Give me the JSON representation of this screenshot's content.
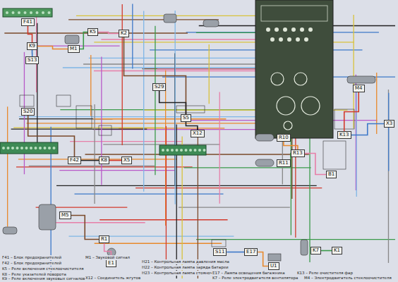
{
  "diagram": {
    "nodes": [
      {
        "text": [
          "F41"
        ]
      },
      {
        "text": [
          "K9"
        ]
      },
      {
        "text": [
          "S13"
        ]
      },
      {
        "text": [
          "M1"
        ]
      },
      {
        "text": [
          "K5"
        ]
      },
      {
        "text": [
          "K2"
        ]
      },
      {
        "text": [
          "S5"
        ]
      },
      {
        "text": [
          "X12"
        ]
      },
      {
        "text": [
          "M4"
        ]
      },
      {
        "text": [
          "K13"
        ]
      },
      {
        "text": [
          "R10"
        ]
      },
      {
        "text": [
          "R11"
        ]
      },
      {
        "text": [
          "R13"
        ]
      },
      {
        "text": [
          "B1"
        ]
      },
      {
        "text": [
          "S20"
        ]
      },
      {
        "text": [
          "F42"
        ]
      },
      {
        "text": [
          "K8"
        ]
      },
      {
        "text": [
          "X5"
        ]
      },
      {
        "text": [
          "S11"
        ]
      },
      {
        "text": [
          "E17"
        ]
      },
      {
        "text": [
          "U1"
        ]
      },
      {
        "text": [
          "K7"
        ]
      },
      {
        "text": [
          "K1"
        ]
      },
      {
        "text": [
          "R1"
        ]
      },
      {
        "text": [
          "E1"
        ]
      },
      {
        "text": [
          "M5"
        ]
      },
      {
        "text": [
          "X3"
        ]
      },
      {
        "text": [
          "S29"
        ]
      }
    ],
    "edges": [
      {
        "from": 0,
        "to": 1,
        "arrow": "none"
      },
      {
        "from": 1,
        "to": 2,
        "arrow": "none"
      },
      {
        "from": 1,
        "to": 3,
        "arrow": "none"
      },
      {
        "from": 3,
        "to": 4,
        "arrow": "none"
      },
      {
        "from": 4,
        "to": 5,
        "arrow": "none"
      },
      {
        "from": 5,
        "to": 6,
        "arrow": "none"
      },
      {
        "from": 6,
        "to": 7,
        "arrow": "none"
      },
      {
        "from": 8,
        "to": 9,
        "arrow": "none"
      },
      {
        "from": 9,
        "to": 26,
        "arrow": "none"
      },
      {
        "from": 10,
        "to": 12,
        "arrow": "none"
      },
      {
        "from": 11,
        "to": 12,
        "arrow": "none"
      },
      {
        "from": 12,
        "to": 13,
        "arrow": "none"
      },
      {
        "from": 14,
        "to": 15,
        "arrow": "none"
      },
      {
        "from": 15,
        "to": 16,
        "arrow": "none"
      },
      {
        "from": 16,
        "to": 17,
        "arrow": "none"
      },
      {
        "from": 18,
        "to": 19,
        "arrow": "none"
      },
      {
        "from": 19,
        "to": 20,
        "arrow": "none"
      },
      {
        "from": 21,
        "to": 22,
        "arrow": "none"
      },
      {
        "from": 23,
        "to": 24,
        "arrow": "none"
      },
      {
        "from": 25,
        "to": 23,
        "arrow": "none"
      },
      {
        "from": 27,
        "to": 6,
        "arrow": "none"
      }
    ],
    "labels": [
      "F41 – Блок предохранителей",
      "F42 – Блок предохранителей",
      "K5 – Реле включения стеклоочистителя",
      "K8 – Реле указателей поворота",
      "K9 – Реле включения звуковых сигналов",
      "M1 – Звуковой сигнал",
      "H21 – Контрольная лампа давления масла",
      "H22 – Контрольная лампа заряда батареи",
      "H23 – Контрольная лампа стояночного тормоза",
      "E17 – Лампа освещения багажника",
      "K7 – Реле электродвигателя вентилятора",
      "K13 – Реле очистителя фар",
      "M4 – Электродвигатель стеклоочистителя",
      "X12 – Соединитель жгутов"
    ]
  }
}
